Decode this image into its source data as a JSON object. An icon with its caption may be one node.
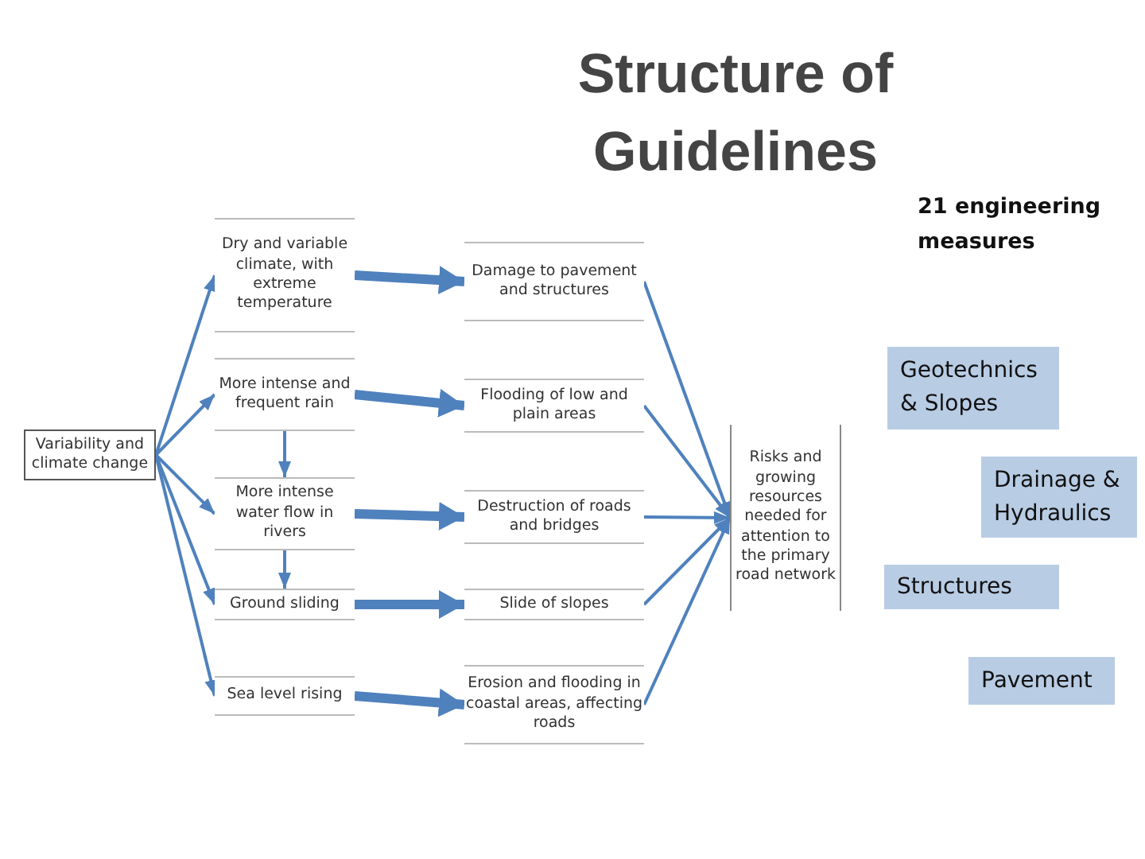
{
  "diagram": {
    "title": "Structure of Guidelines",
    "nodes": [
      {
        "text": [
          "Variability and climate change"
        ]
      },
      {
        "text": [
          "Dry and variable climate, with extreme temperature"
        ]
      },
      {
        "text": [
          "More intense and frequent rain"
        ]
      },
      {
        "text": [
          "More intense water flow in rivers"
        ]
      },
      {
        "text": [
          "Ground sliding"
        ]
      },
      {
        "text": [
          "Sea level rising"
        ]
      },
      {
        "text": [
          "Damage to pavement and structures"
        ]
      },
      {
        "text": [
          "Flooding of low and plain areas"
        ]
      },
      {
        "text": [
          "Destruction of roads and bridges"
        ]
      },
      {
        "text": [
          "Slide of slopes"
        ]
      },
      {
        "text": [
          "Erosion and flooding in coastal areas, affecting roads"
        ]
      },
      {
        "text": [
          "Risks and growing resources needed for attention to the primary road network"
        ]
      },
      {
        "text": [
          "Geotechnics & Slopes"
        ]
      },
      {
        "text": [
          "Drainage & Hydraulics"
        ]
      },
      {
        "text": [
          "Structures"
        ]
      },
      {
        "text": [
          "Pavement"
        ]
      }
    ],
    "edges": [
      {
        "from": 0,
        "to": 1,
        "arrow": "to"
      },
      {
        "from": 0,
        "to": 2,
        "arrow": "to"
      },
      {
        "from": 0,
        "to": 3,
        "arrow": "to"
      },
      {
        "from": 0,
        "to": 4,
        "arrow": "to"
      },
      {
        "from": 0,
        "to": 5,
        "arrow": "to"
      },
      {
        "from": 2,
        "to": 3,
        "arrow": "to"
      },
      {
        "from": 3,
        "to": 4,
        "arrow": "to"
      },
      {
        "from": 1,
        "to": 6,
        "arrow": "to",
        "style": "thick"
      },
      {
        "from": 2,
        "to": 7,
        "arrow": "to",
        "style": "thick"
      },
      {
        "from": 3,
        "to": 8,
        "arrow": "to",
        "style": "thick"
      },
      {
        "from": 4,
        "to": 9,
        "arrow": "to",
        "style": "thick"
      },
      {
        "from": 5,
        "to": 10,
        "arrow": "to",
        "style": "thick"
      },
      {
        "from": 6,
        "to": 11,
        "arrow": "to"
      },
      {
        "from": 7,
        "to": 11,
        "arrow": "to"
      },
      {
        "from": 8,
        "to": 11,
        "arrow": "to"
      },
      {
        "from": 9,
        "to": 11,
        "arrow": "to"
      },
      {
        "from": 10,
        "to": 11,
        "arrow": "to"
      }
    ],
    "labels": [
      "21 engineering measures"
    ]
  }
}
